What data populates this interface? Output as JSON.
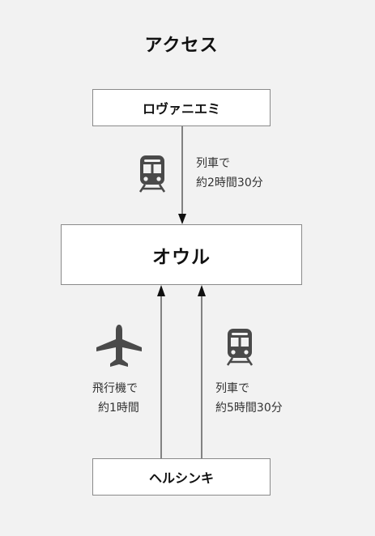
{
  "title": "アクセス",
  "nodes": {
    "origin": "ロヴァニエミ",
    "destination": "オウル",
    "start": "ヘルシンキ"
  },
  "routes": {
    "rovaniemi_train": {
      "icon": "train-icon",
      "mode": "列車で",
      "duration": "約2時間30分"
    },
    "helsinki_flight": {
      "icon": "airplane-icon",
      "mode": "飛行機で",
      "duration": "約1時間"
    },
    "helsinki_train": {
      "icon": "train-icon",
      "mode": "列車で",
      "duration": "約5時間30分"
    }
  },
  "colors": {
    "background": "#f2f2f2",
    "box_fill": "#ffffff",
    "box_border": "#8a8a8a",
    "icon": "#4a4a4a",
    "arrow": "#111111"
  }
}
